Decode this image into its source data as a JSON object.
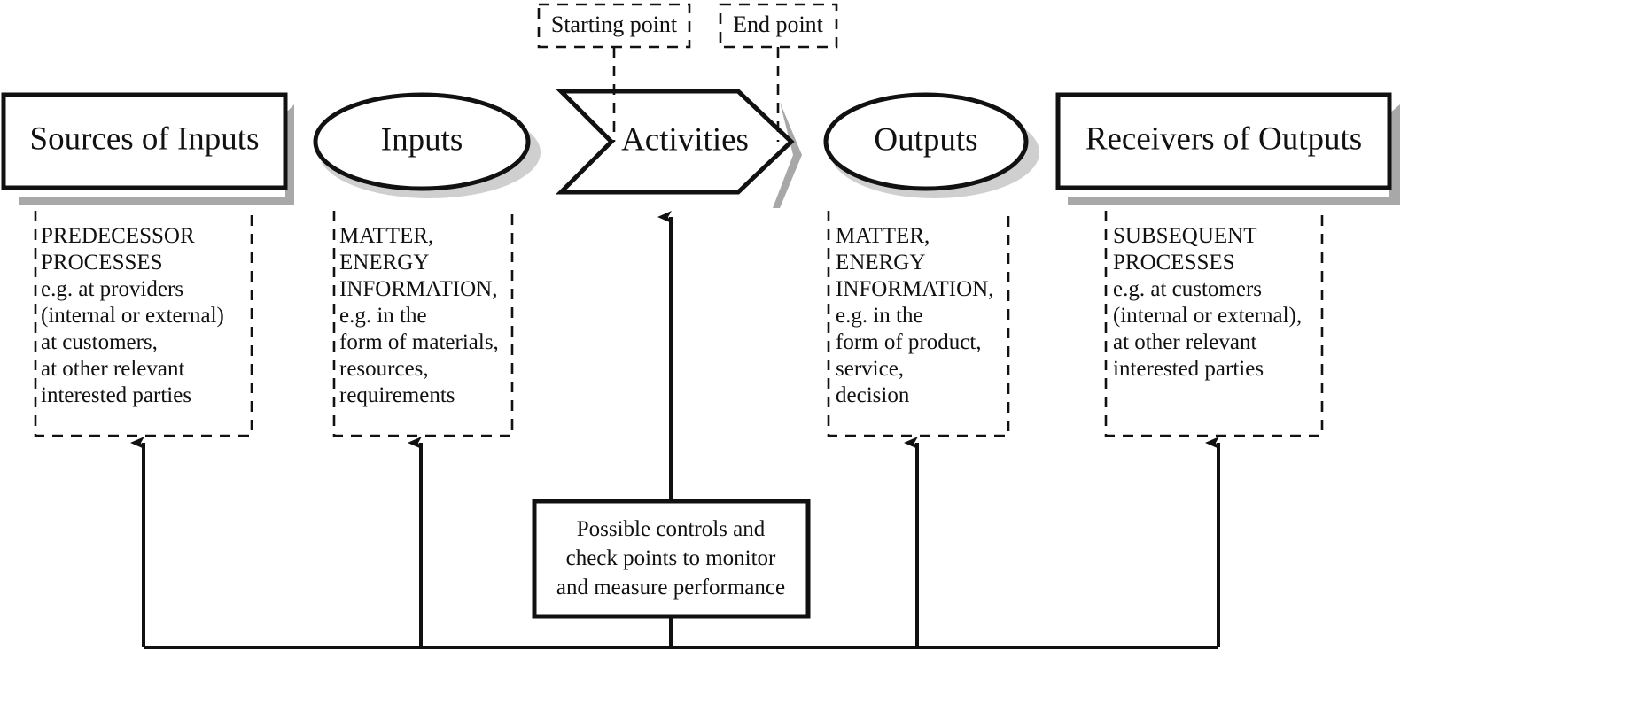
{
  "diagram": {
    "title": "Process flow: sources, inputs, activities, outputs, receivers",
    "colors": {
      "stroke": "#111111",
      "background": "#ffffff",
      "shadow": "#a8a8a8",
      "shadow_soft": "#cfcfcf"
    }
  },
  "callouts": [
    {
      "id": "starting-point",
      "label": "Starting point"
    },
    {
      "id": "end-point",
      "label": "End point"
    }
  ],
  "nodes": [
    {
      "id": "sources-of-inputs",
      "label": "Sources of Inputs",
      "shape": "rectangle"
    },
    {
      "id": "inputs",
      "label": "Inputs",
      "shape": "ellipse"
    },
    {
      "id": "activities",
      "label": "Activities",
      "shape": "chevron"
    },
    {
      "id": "outputs",
      "label": "Outputs",
      "shape": "ellipse"
    },
    {
      "id": "receivers-of-outputs",
      "label": "Receivers of Outputs",
      "shape": "rectangle"
    }
  ],
  "details": [
    {
      "id": "sources-detail",
      "lines": [
        "PREDECESSOR",
        "PROCESSES",
        "e.g. at providers",
        "(internal or external)",
        "at customers,",
        "at other relevant",
        "interested parties"
      ]
    },
    {
      "id": "inputs-detail",
      "lines": [
        "MATTER,",
        "ENERGY",
        "INFORMATION,",
        "e.g. in the",
        "form of materials,",
        "resources,",
        "requirements"
      ]
    },
    {
      "id": "outputs-detail",
      "lines": [
        "MATTER,",
        "ENERGY",
        "INFORMATION,",
        "e.g. in the",
        "form of product,",
        "service,",
        "decision"
      ]
    },
    {
      "id": "receivers-detail",
      "lines": [
        "SUBSEQUENT",
        "PROCESSES",
        "e.g. at customers",
        "(internal or external),",
        "at other relevant",
        "interested parties"
      ]
    }
  ],
  "controls": {
    "id": "possible-controls",
    "lines": [
      "Possible controls and",
      "check points to monitor",
      "and measure performance"
    ]
  }
}
